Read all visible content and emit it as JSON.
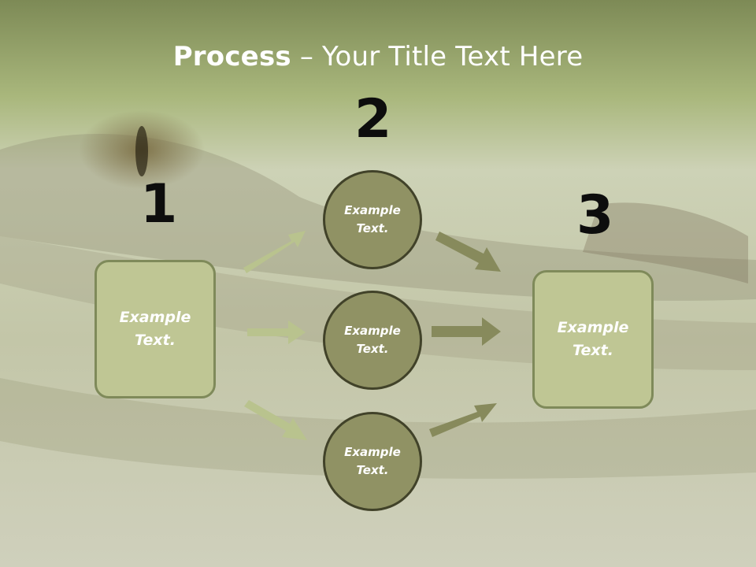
{
  "title": {
    "bold": "Process",
    "rest": " – Your Title Text Here"
  },
  "steps": {
    "one": "1",
    "two": "2",
    "three": "3"
  },
  "left_box": {
    "text": "Example Text."
  },
  "circles": [
    {
      "text": "Example Text."
    },
    {
      "text": "Example Text."
    },
    {
      "text": "Example Text."
    }
  ],
  "right_box": {
    "text": "Example Text."
  },
  "colors": {
    "header": "#8f9c5f",
    "box_fill": "#bfc694",
    "circle_fill": "#909264",
    "arrow_light": "#b9c38e",
    "arrow_dark": "#878a5c"
  }
}
